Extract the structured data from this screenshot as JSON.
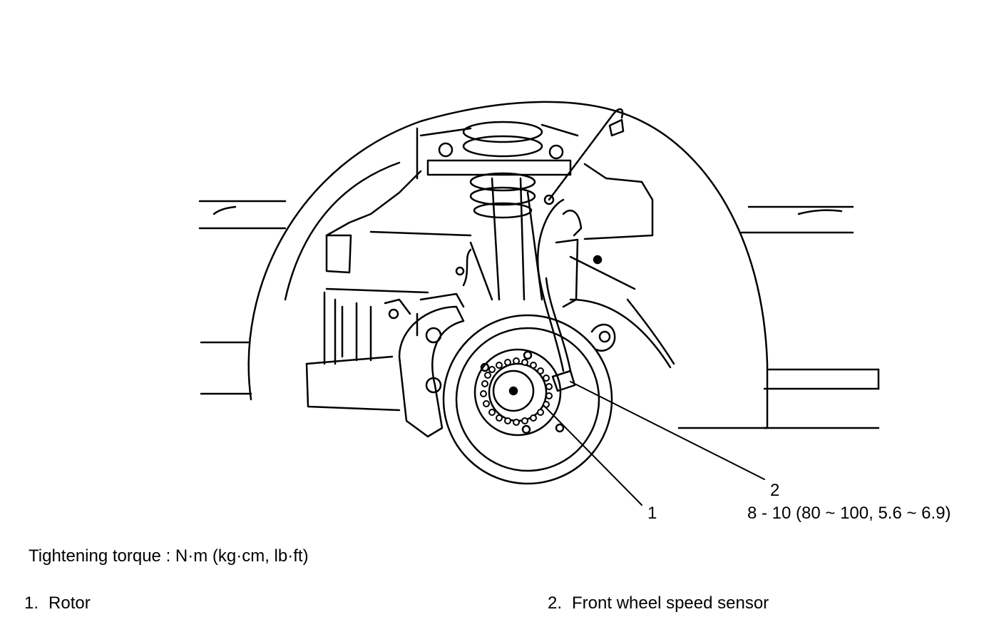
{
  "callouts": {
    "rotor_number": "1",
    "sensor_number": "2",
    "sensor_torque": "8 - 10 (80 ~ 100, 5.6 ~ 6.9)"
  },
  "torque_note": "Tightening torque : N·m (kg·cm, lb·ft)",
  "legend": [
    {
      "number": "1.",
      "label": "Rotor"
    },
    {
      "number": "2.",
      "label": "Front wheel speed sensor"
    }
  ]
}
